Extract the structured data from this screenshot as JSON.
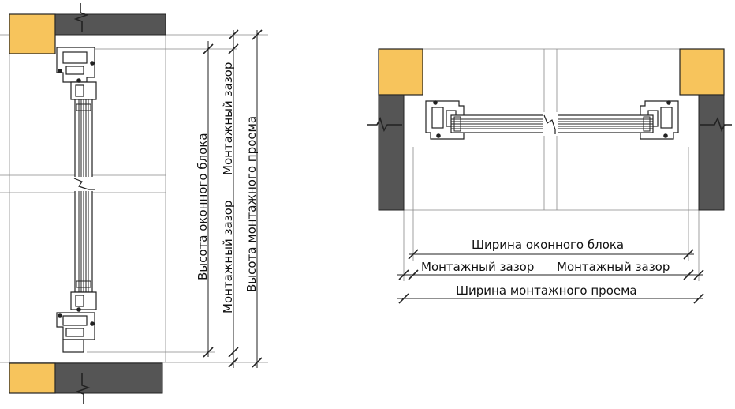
{
  "colors": {
    "wall_dark": "#555555",
    "insulation": "#f7c45c",
    "line": "#222222",
    "thin_line": "#666666",
    "frame_fill": "#ffffff"
  },
  "icons": {
    "break_mark": "zigzag-break-icon",
    "tick_mark": "dimension-tick-icon"
  },
  "vertical_section": {
    "label_block_height": "Высота оконного блока",
    "label_gap_top": "Монтажный зазор",
    "label_gap_bottom": "Монтажный зазор",
    "label_opening_height": "Высота монтажного проема"
  },
  "horizontal_section": {
    "label_block_width": "Ширина оконного блока",
    "label_gap_left": "Монтажный зазор",
    "label_gap_right": "Монтажный зазор",
    "label_opening_width": "Ширина монтажного проема"
  }
}
